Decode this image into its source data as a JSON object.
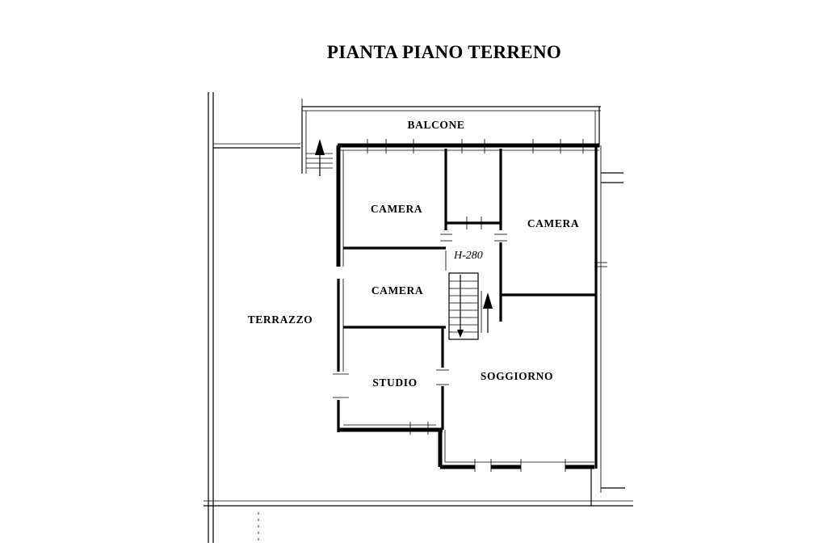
{
  "title": "PIANTA PIANO TERRENO",
  "rooms": {
    "balcone": "BALCONE",
    "camera_1": "CAMERA",
    "camera_2": "CAMERA",
    "camera_3": "CAMERA",
    "terrazzo": "TERRAZZO",
    "studio": "STUDIO",
    "soggiorno": "SOGGIORNO"
  },
  "height_note": "H-280"
}
